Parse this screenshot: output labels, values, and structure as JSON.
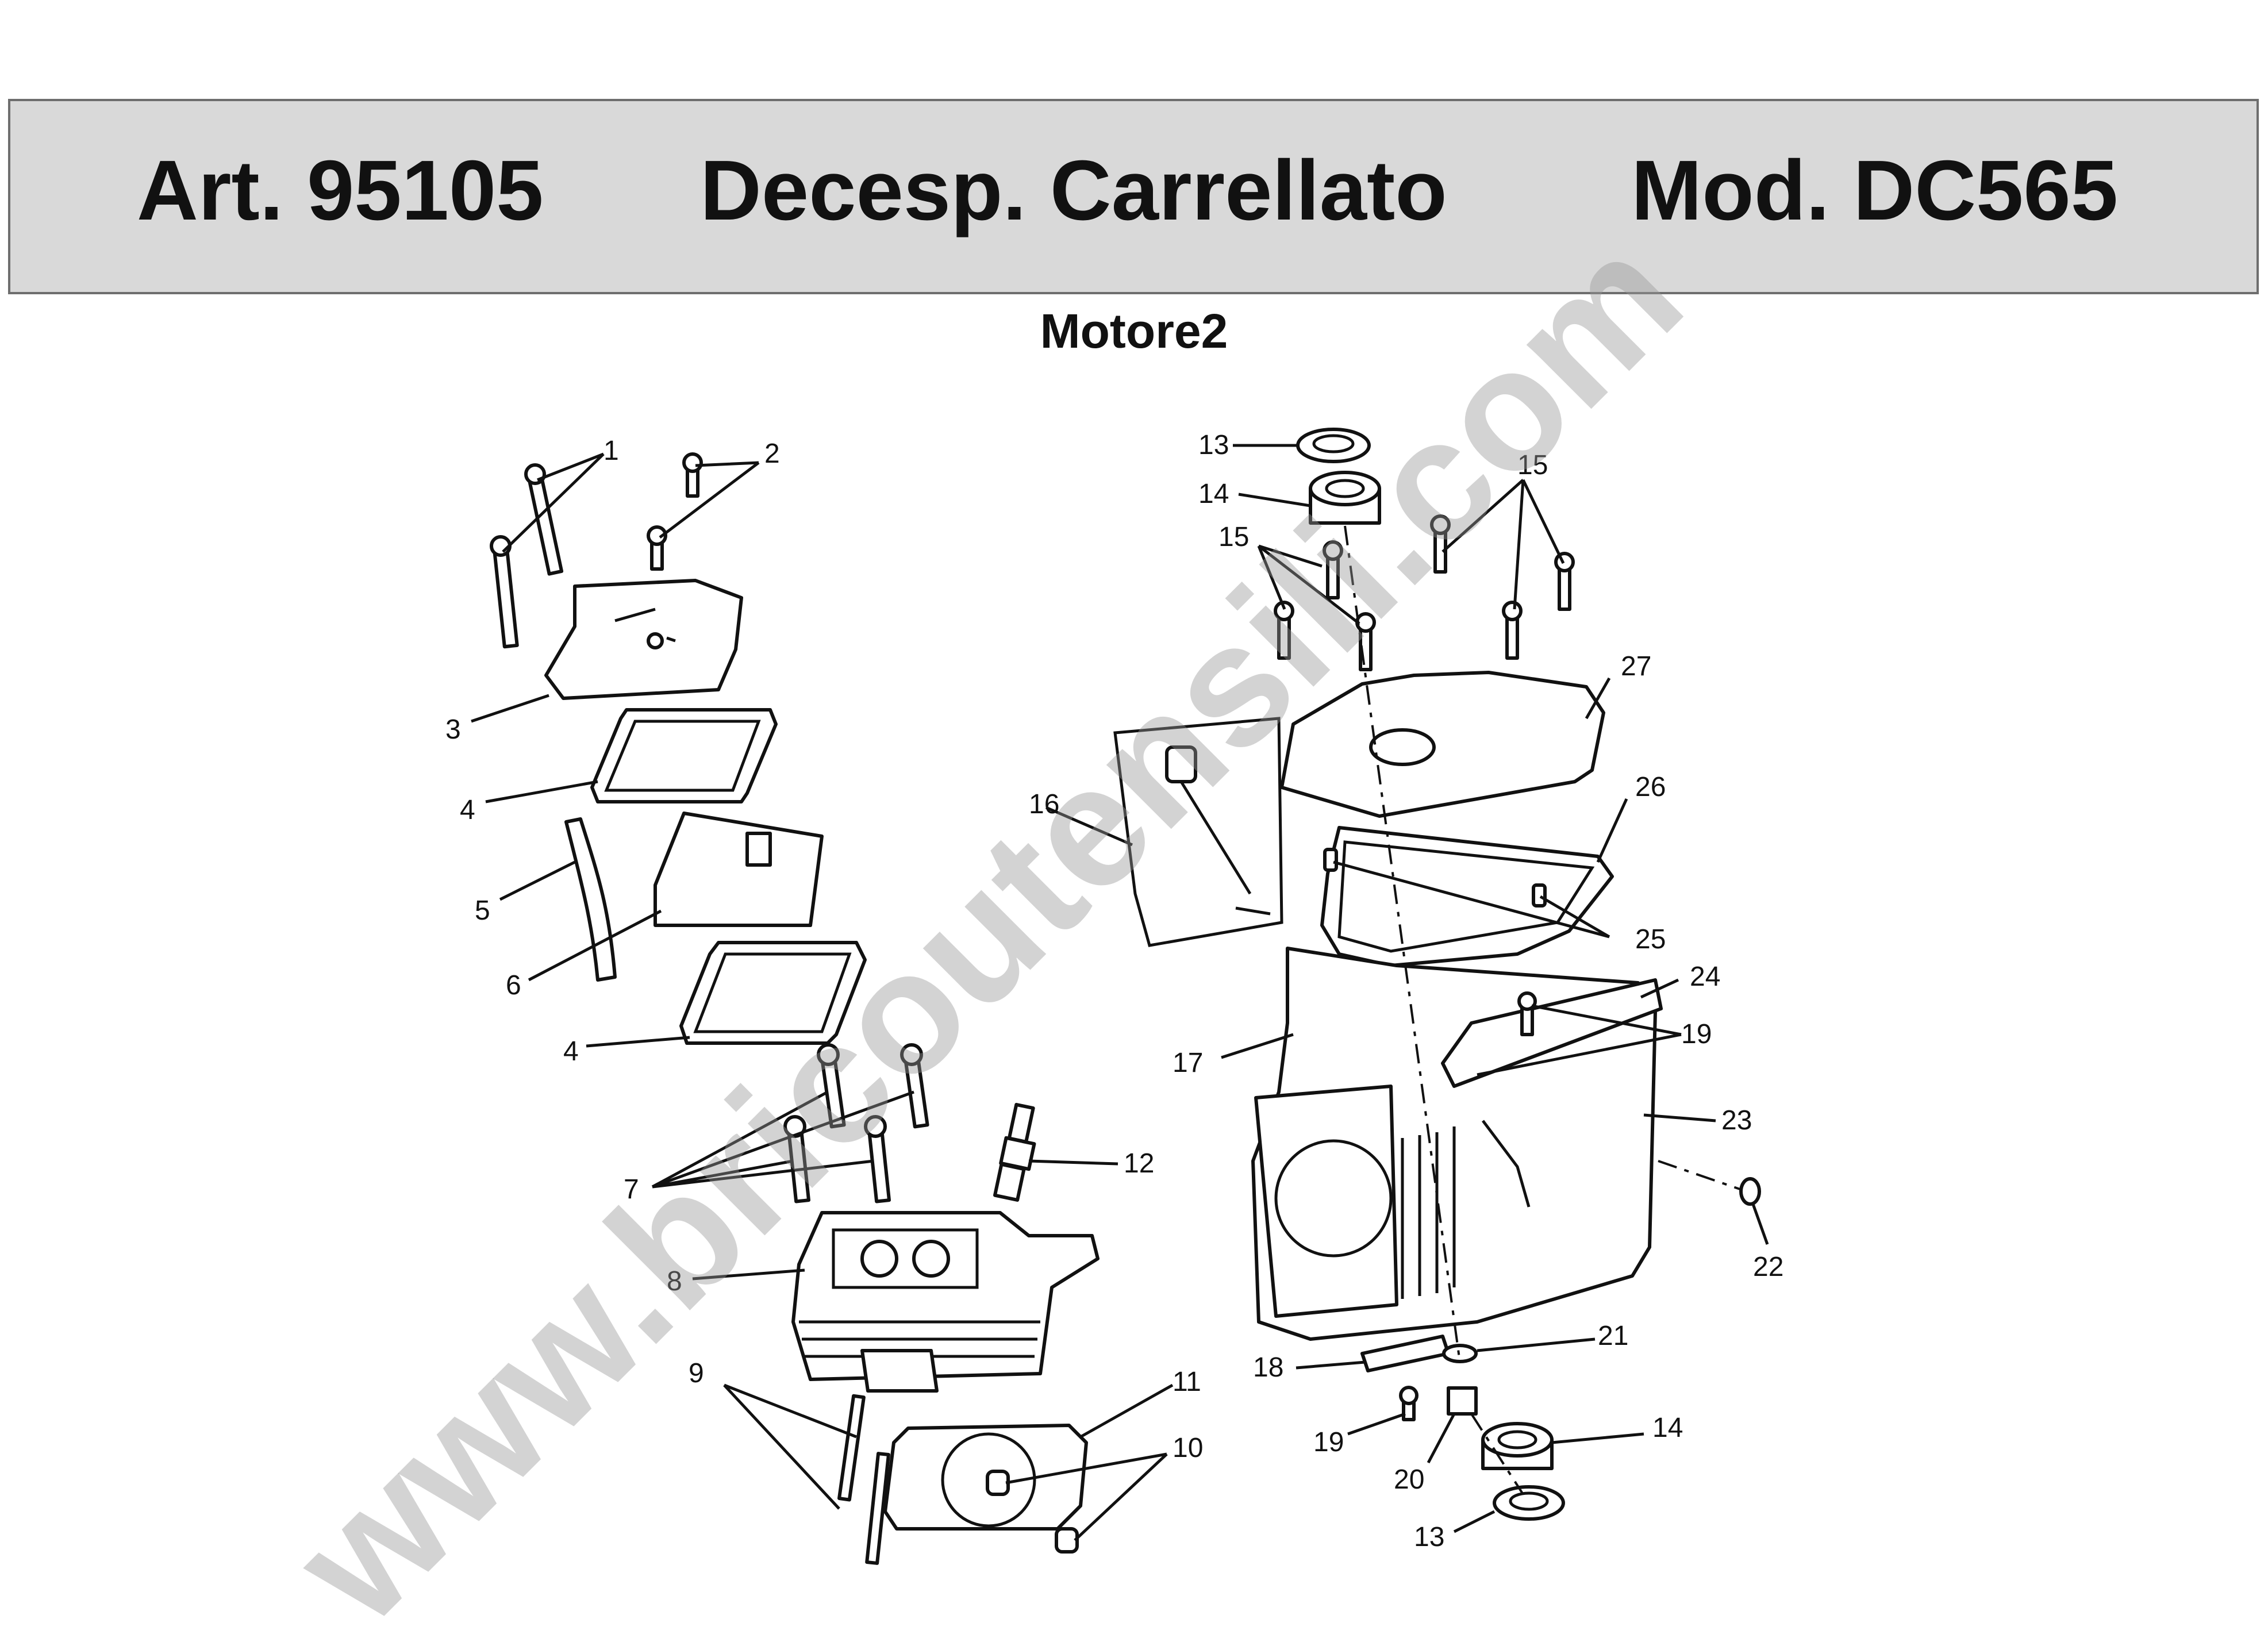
{
  "header": {
    "art": "Art. 95105",
    "title": "Decesp. Carrellato",
    "model": "Mod. DC565"
  },
  "subtitle": "Motore2",
  "watermark": "www.bricoutensili.com",
  "callouts": {
    "c1": "1",
    "c2": "2",
    "c3": "3",
    "c4a": "4",
    "c4b": "4",
    "c5": "5",
    "c6": "6",
    "c7": "7",
    "c8": "8",
    "c9": "9",
    "c10": "10",
    "c11": "11",
    "c12": "12",
    "c13a": "13",
    "c13b": "13",
    "c14a": "14",
    "c14b": "14",
    "c15a": "15",
    "c15b": "15",
    "c16": "16",
    "c17": "17",
    "c18": "18",
    "c19a": "19",
    "c19b": "19",
    "c20": "20",
    "c21": "21",
    "c22": "22",
    "c23": "23",
    "c24": "24",
    "c25": "25",
    "c26": "26",
    "c27": "27"
  }
}
